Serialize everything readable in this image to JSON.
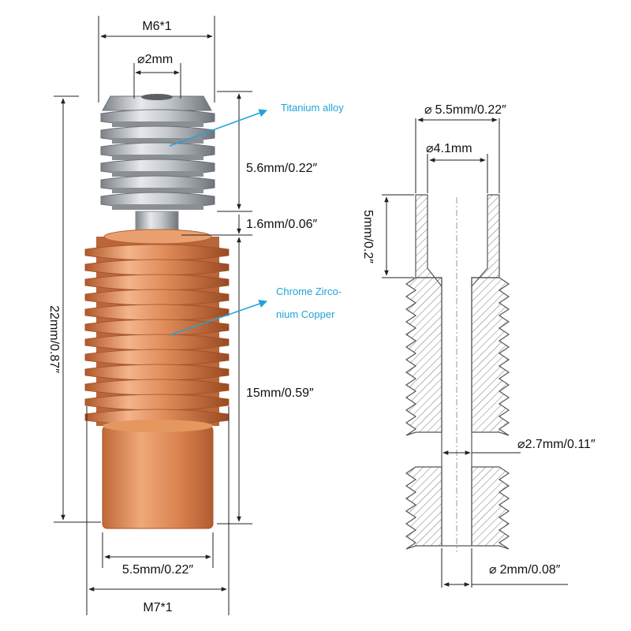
{
  "left_part": {
    "top_thread": "M6*1",
    "bore": "2mm",
    "upper_length": "5.6mm/0.22″",
    "gap_length": "1.6mm/0.06″",
    "lower_length": "15mm/0.59″",
    "total_length": "22mm/0.87″",
    "bottom_diameter": "5.5mm/0.22″",
    "bottom_thread": "M7*1",
    "material_top": "Titanium alloy",
    "material_bottom_line1": "Chrome Zirco-",
    "material_bottom_line2": "nium Copper"
  },
  "right_part": {
    "outer_diameter": "5.5mm/0.22″",
    "inner_diameter": "4.1mm",
    "cup_depth": "5mm/0.2″",
    "throat_diameter": "2.7mm/0.11″",
    "bore_diameter": "2mm/0.08″"
  },
  "symbols": {
    "diameter": "⌀"
  },
  "colors": {
    "callout": "#1fa3d9",
    "copper": "#d9824e",
    "titanium": "#b8bcc2",
    "hatch": "#777777"
  }
}
